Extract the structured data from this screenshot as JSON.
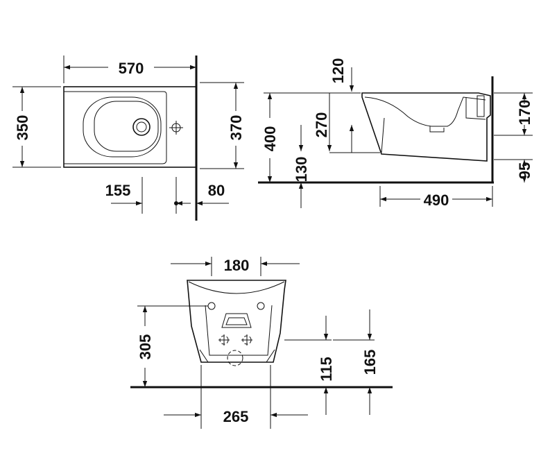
{
  "dimensions": {
    "top_width": "570",
    "top_depth_left": "350",
    "top_depth_right": "370",
    "top_offset_155": "155",
    "top_offset_80": "80",
    "side_120": "120",
    "side_270": "270",
    "side_400": "400",
    "side_130": "130",
    "side_170": "170",
    "side_95": "95",
    "side_490": "490",
    "front_180": "180",
    "front_305": "305",
    "front_115": "115",
    "front_165": "165",
    "front_265": "265"
  }
}
